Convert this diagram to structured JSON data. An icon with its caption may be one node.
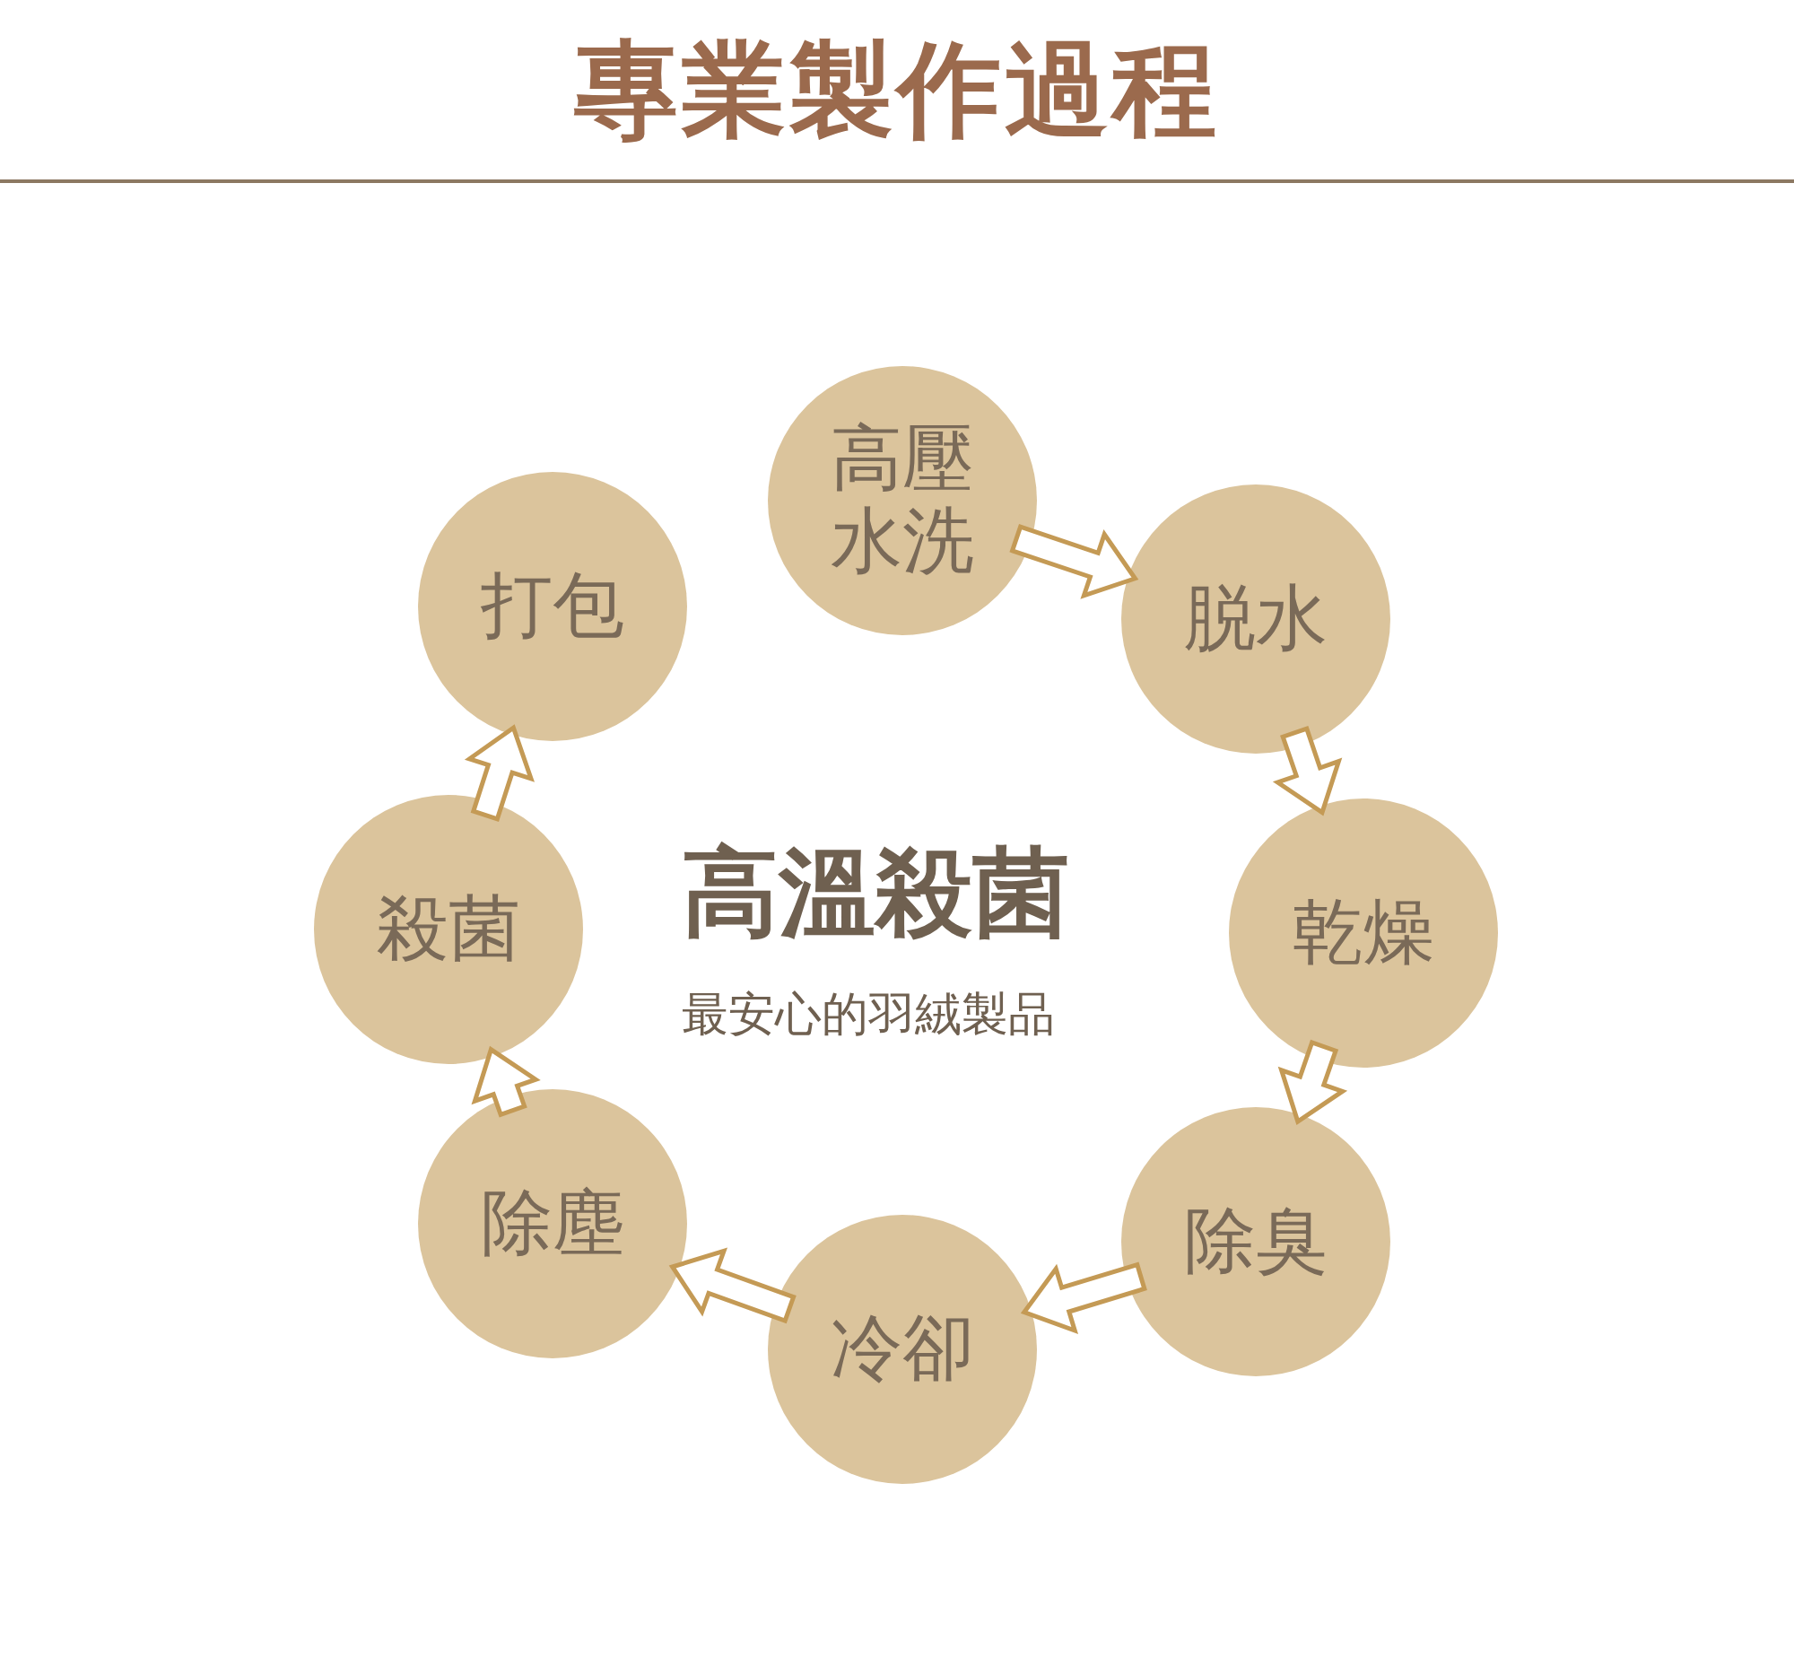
{
  "diagram": {
    "title": "專業製作過程",
    "nodes": [
      {
        "text": [
          "高壓水洗"
        ]
      },
      {
        "text": [
          "脱水"
        ]
      },
      {
        "text": [
          "乾燥"
        ]
      },
      {
        "text": [
          "除臭"
        ]
      },
      {
        "text": [
          "冷卻"
        ]
      },
      {
        "text": [
          "除塵"
        ]
      },
      {
        "text": [
          "殺菌"
        ]
      },
      {
        "text": [
          "打包"
        ]
      }
    ],
    "edges": [
      {
        "from": 0,
        "to": 1,
        "arrow": "to"
      },
      {
        "from": 1,
        "to": 2,
        "arrow": "to"
      },
      {
        "from": 2,
        "to": 3,
        "arrow": "to"
      },
      {
        "from": 3,
        "to": 4,
        "arrow": "to"
      },
      {
        "from": 4,
        "to": 5,
        "arrow": "to"
      },
      {
        "from": 5,
        "to": 6,
        "arrow": "to"
      },
      {
        "from": 6,
        "to": 7,
        "arrow": "to"
      }
    ],
    "labels": [
      "高溫殺菌",
      "最安心的羽絨製品"
    ]
  }
}
